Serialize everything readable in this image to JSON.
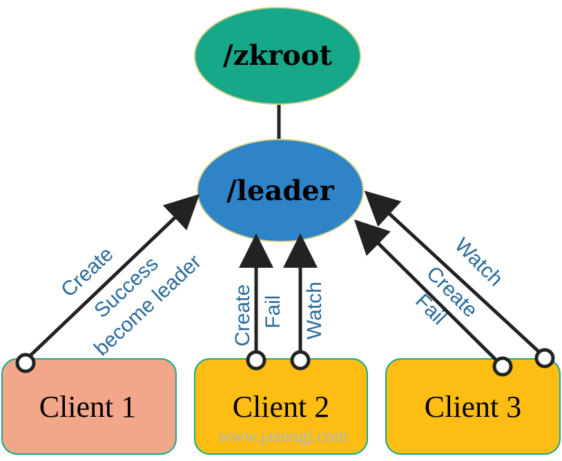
{
  "nodes": {
    "root": {
      "label": "/zkroot",
      "fill": "#17a88a"
    },
    "leader": {
      "label": "/leader",
      "fill": "#2f84c7"
    }
  },
  "clients": [
    {
      "label": "Client 1",
      "fill": "#f2a68a"
    },
    {
      "label": "Client 2",
      "fill": "#fdbd13"
    },
    {
      "label": "Client 3",
      "fill": "#fdbd13"
    }
  ],
  "edge_labels": {
    "client1": {
      "create": "Create",
      "success": "Success",
      "become_leader": "become leader"
    },
    "client2_create": {
      "create": "Create",
      "fail": "Fail"
    },
    "client2_watch": {
      "watch": "Watch"
    },
    "client3_create": {
      "create": "Create",
      "fail": "Fail"
    },
    "client3_watch": {
      "watch": "Watch"
    }
  },
  "watermark": "www.jasongj.com",
  "colors": {
    "edge": "#222222",
    "edge_text": "#2a6b9c",
    "node_border": "#d6d28a"
  }
}
